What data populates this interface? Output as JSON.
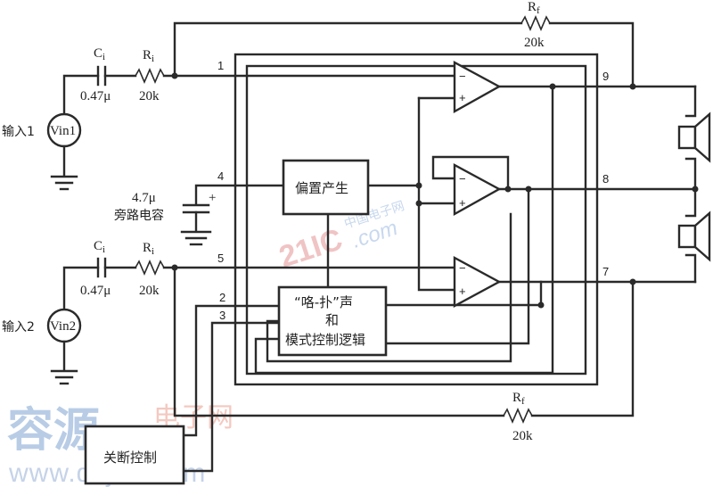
{
  "inputs": [
    {
      "label": "输入1",
      "source": "Vin1",
      "cap_name": "C",
      "cap_sub": "i",
      "cap_value": "0.47μ",
      "res_name": "R",
      "res_sub": "i",
      "res_value": "20k",
      "pin": "1"
    },
    {
      "label": "输入2",
      "source": "Vin2",
      "cap_name": "C",
      "cap_sub": "i",
      "cap_value": "0.47μ",
      "res_name": "R",
      "res_sub": "i",
      "res_value": "20k",
      "pin": "5"
    }
  ],
  "feedback": [
    {
      "name": "R",
      "sub": "f",
      "value": "20k"
    },
    {
      "name": "R",
      "sub": "f",
      "value": "20k"
    }
  ],
  "bypass": {
    "value": "4.7μ",
    "label": "旁路电容",
    "pin": "4",
    "plus": "+"
  },
  "blocks": {
    "bias": "偏置产生",
    "popclick_line1": "“咯-扑”声",
    "popclick_line2": "和",
    "popclick_line3": "模式控制逻辑",
    "shutdown": "关断控制"
  },
  "control_pins": [
    "2",
    "3"
  ],
  "output_pins": [
    "9",
    "8",
    "7"
  ],
  "amp_signs": {
    "minus": "−",
    "plus": "+"
  },
  "watermark": {
    "brand_cn": "容源",
    "brand_sub": "电子网",
    "url": "www.dzjuu.com",
    "logo_21": "21IC",
    "logo_com": ".com",
    "logo_cn": "中国电子网"
  }
}
